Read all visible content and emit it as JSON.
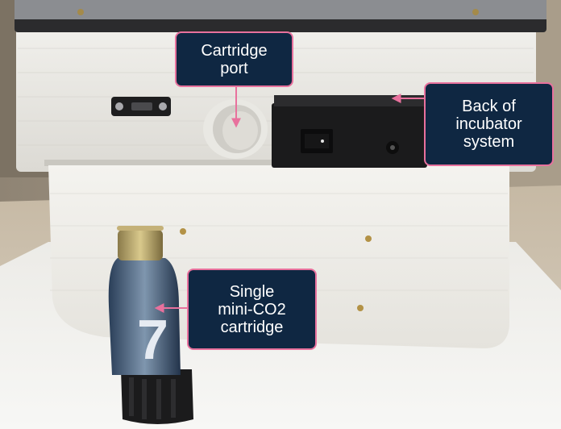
{
  "image": {
    "subject": "photo",
    "labels": {
      "cartridge_port": {
        "line1": "Cartridge",
        "line2": "port"
      },
      "back_of_incubator": {
        "line1": "Back of",
        "line2": "incubator",
        "line3": "system"
      },
      "single_cartridge": {
        "line1": "Single",
        "line2": "mini-CO2",
        "line3": "cartridge"
      }
    },
    "colors": {
      "label_background": "#0f2742",
      "label_border": "#e8719d",
      "arrow": "#e8719d",
      "label_text": "#ffffff"
    }
  }
}
